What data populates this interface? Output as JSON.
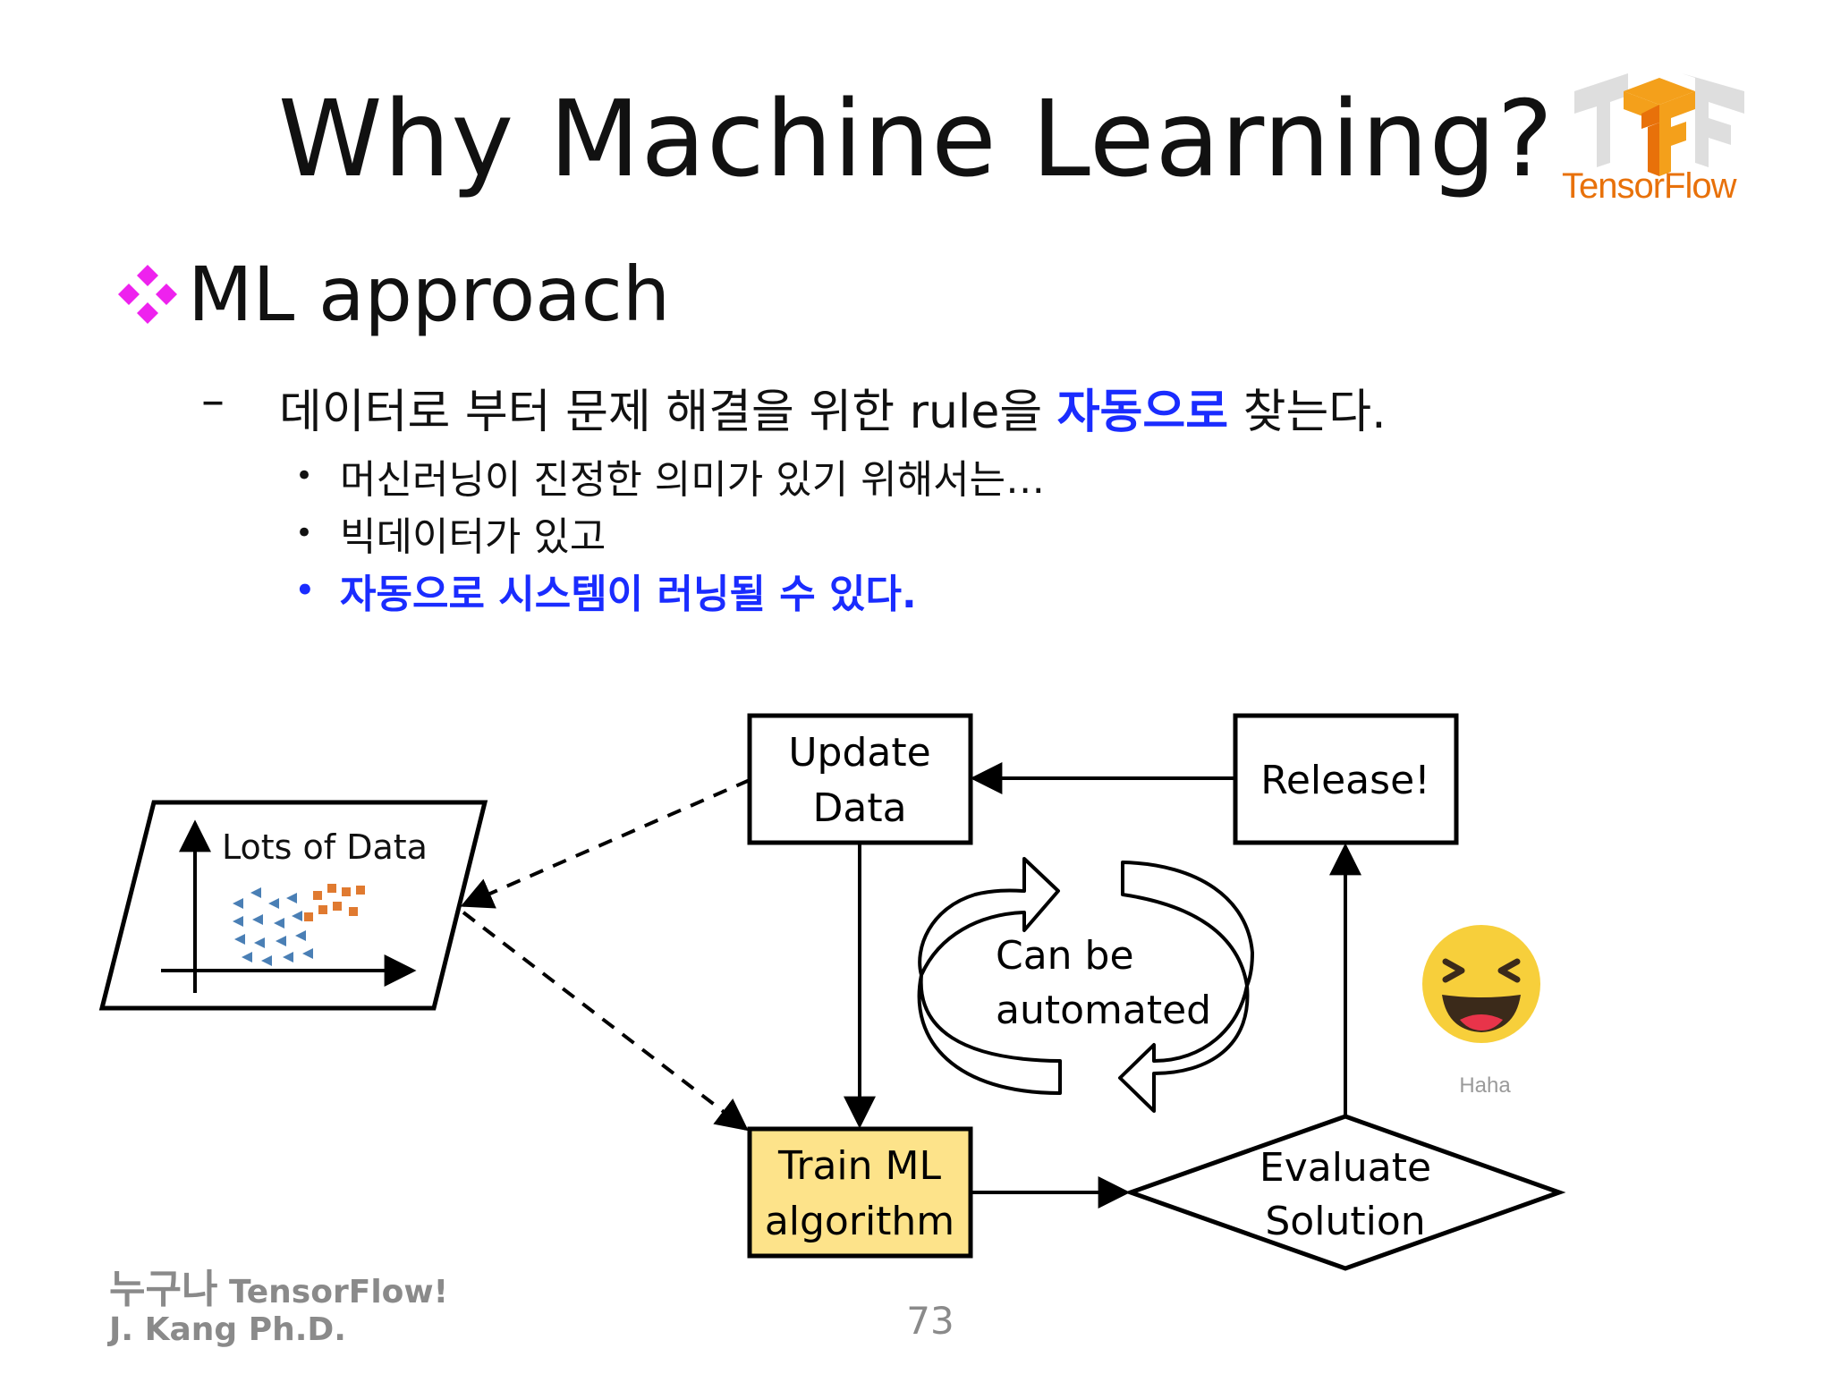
{
  "slide": {
    "title": "Why Machine Learning?",
    "logo_text": "TensorFlow",
    "heading": "ML approach",
    "sub_dash": "–",
    "sub_text_1": "데이터로 부터 문제 해결을 위한 rule을 ",
    "sub_text_highlight": "자동으로",
    "sub_text_2": " 찾는다.",
    "bullets": [
      "머신러닝이 진정한 의미가 있기 위해서는…",
      "빅데이터가 있고",
      "자동으로 시스템이 러닝될 수 있다."
    ],
    "bullet_symbol": "•",
    "footer_line1_korean": "누구나",
    "footer_line1_tail": " TensorFlow!",
    "footer_line2": "J. Kang Ph.D.",
    "page_number": "73"
  },
  "diagram": {
    "data_label": "Lots of Data",
    "update_data": [
      "Update",
      "Data"
    ],
    "release": "Release!",
    "train": [
      "Train ML",
      "algorithm"
    ],
    "evaluate": [
      "Evaluate",
      "Solution"
    ],
    "cycle": [
      "Can be",
      "automated"
    ],
    "emoji_label": "Haha"
  },
  "colors": {
    "title": "#111111",
    "highlight_blue": "#1a2cff",
    "diamond_bullet": "#ee22ee",
    "tensorflow_orange": "#e8710a",
    "train_box_fill": "#fde38a",
    "footer_gray": "#8a8a8a",
    "emoji_yellow": "#f7cf3b"
  }
}
